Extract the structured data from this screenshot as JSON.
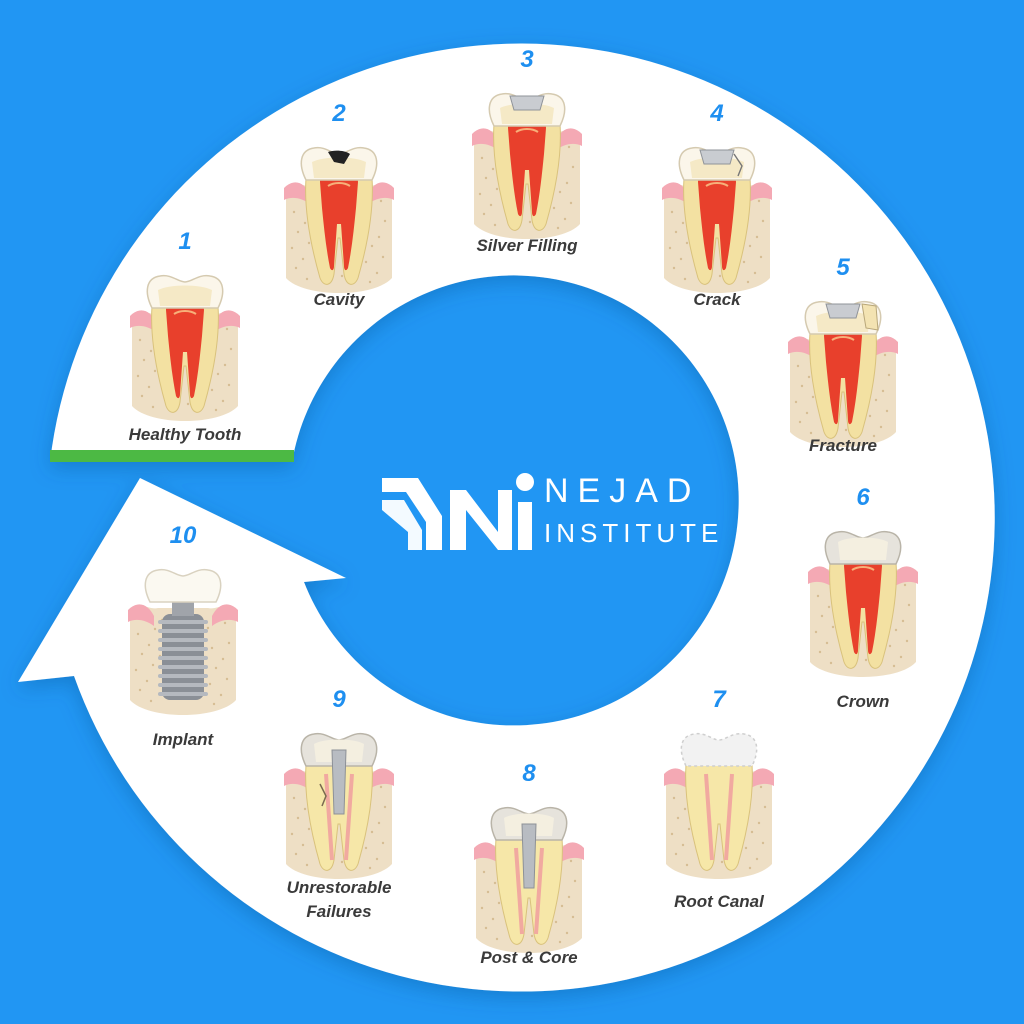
{
  "brand": {
    "name": "NEJAD",
    "sub": "INSTITUTE"
  },
  "colors": {
    "background": "#2196f3",
    "ring": "#ffffff",
    "accent_line": "#4cb944",
    "number": "#1e8ff0",
    "label": "#3a3a3a"
  },
  "stages": [
    {
      "number": "1",
      "label": "Healthy Tooth",
      "kind": "healthy"
    },
    {
      "number": "2",
      "label": "Cavity",
      "kind": "cavity"
    },
    {
      "number": "3",
      "label": "Silver Filling",
      "kind": "filling"
    },
    {
      "number": "4",
      "label": "Crack",
      "kind": "crack"
    },
    {
      "number": "5",
      "label": "Fracture",
      "kind": "fracture"
    },
    {
      "number": "6",
      "label": "Crown",
      "kind": "crown"
    },
    {
      "number": "7",
      "label": "Root Canal",
      "kind": "rootcanal"
    },
    {
      "number": "8",
      "label": "Post & Core",
      "kind": "post"
    },
    {
      "number": "9",
      "label": "Unrestorable Failures",
      "kind": "failure"
    },
    {
      "number": "10",
      "label": "Implant",
      "kind": "implant"
    }
  ]
}
